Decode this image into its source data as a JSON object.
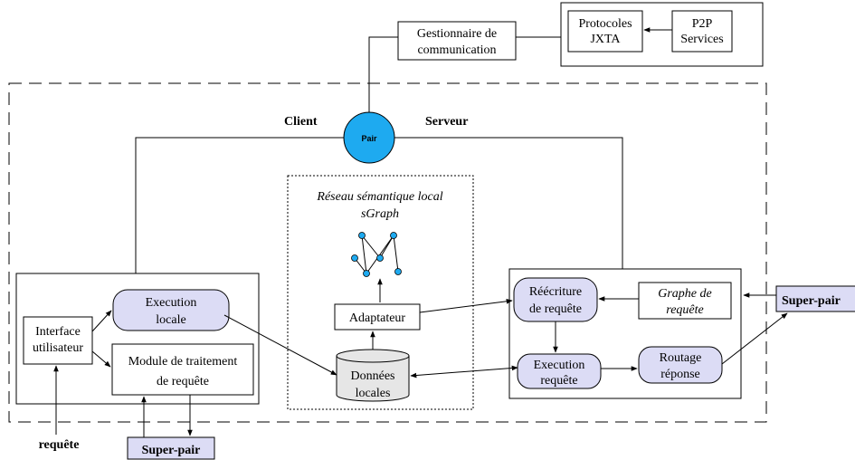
{
  "top": {
    "gestionnaire": [
      "Gestionnaire de",
      "communication"
    ],
    "protocoles": [
      "Protocoles",
      "JXTA"
    ],
    "p2p": [
      "P2P",
      "Services"
    ]
  },
  "pair": {
    "label": "Pair",
    "client": "Client",
    "serveur": "Serveur"
  },
  "client_side": {
    "interface": [
      "Interface",
      "utilisateur"
    ],
    "execution_locale": [
      "Execution",
      "locale"
    ],
    "module": [
      "Module de traitement",
      "de requête"
    ],
    "requete": "requête",
    "super_pair": "Super-pair"
  },
  "middle": {
    "reseau": [
      "Réseau sémantique local",
      "sGraph"
    ],
    "adaptateur": "Adaptateur",
    "donnees": [
      "Données",
      "locales"
    ]
  },
  "server_side": {
    "reecriture": [
      "Réécriture",
      "de requête"
    ],
    "graphe": [
      "Graphe de",
      "requête"
    ],
    "execution_requete": [
      "Execution",
      "requête"
    ],
    "routage": [
      "Routage",
      "réponse"
    ],
    "super_pair": "Super-pair"
  },
  "colors": {
    "pair_fill": "#1eaaf0",
    "node_fill": "#1eaaf0",
    "process_fill": "#dcdcf5"
  }
}
